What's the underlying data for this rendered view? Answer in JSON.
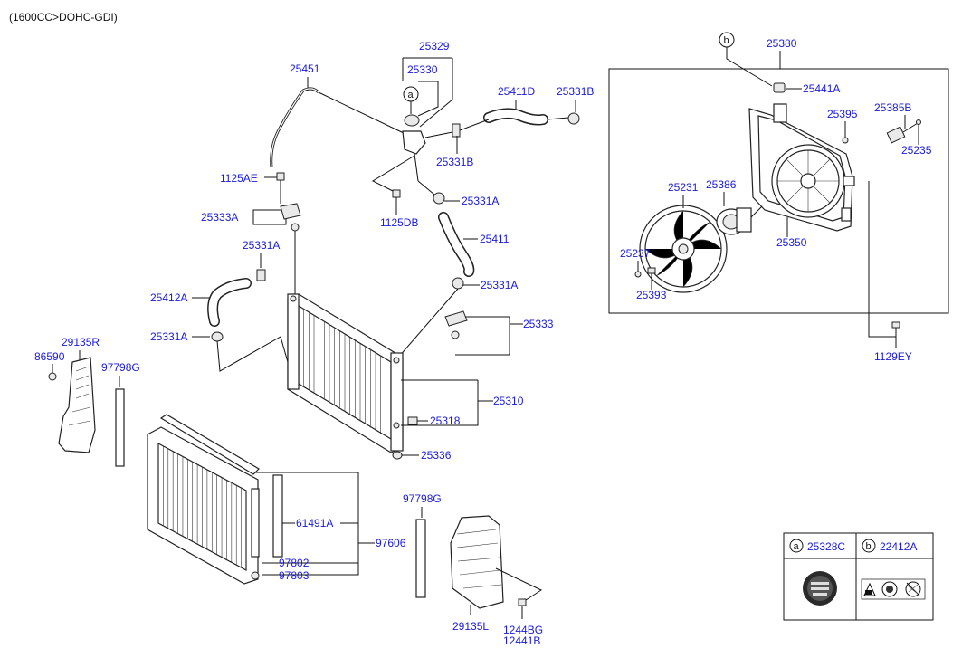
{
  "header": {
    "title": "(1600CC>DOHC-GDI)"
  },
  "part_labels": {
    "p25329": "25329",
    "p25451": "25451",
    "p25330": "25330",
    "p25411D": "25411D",
    "p25331B_top": "25331B",
    "p25331B_mid": "25331B",
    "p1125AE": "1125AE",
    "p1125DB": "1125DB",
    "p25331A_1": "25331A",
    "p25333A": "25333A",
    "p25411": "25411",
    "p25331A_2": "25331A",
    "p25331A_3": "25331A",
    "p25412A": "25412A",
    "p25331A_4": "25331A",
    "p25333": "25333",
    "p25310": "25310",
    "p25318": "25318",
    "p25336": "25336",
    "p29135R": "29135R",
    "p86590": "86590",
    "p97798G_left": "97798G",
    "p61491A": "61491A",
    "p97606": "97606",
    "p97802": "97802",
    "p97803": "97803",
    "p97798G_right": "97798G",
    "p29135L": "29135L",
    "p1244BG": "1244BG",
    "p12441B": "12441B",
    "p25380": "25380",
    "p25441A": "25441A",
    "p25395": "25395",
    "p25385B": "25385B",
    "p25235": "25235",
    "p25231": "25231",
    "p25386": "25386",
    "p25350": "25350",
    "p25237": "25237",
    "p25393": "25393",
    "p1129EY": "1129EY"
  },
  "callouts": {
    "a_marker": "a",
    "b_marker": "b"
  },
  "legend_table": {
    "a_letter": "a",
    "a_part": "25328C",
    "b_letter": "b",
    "b_part": "22412A"
  }
}
